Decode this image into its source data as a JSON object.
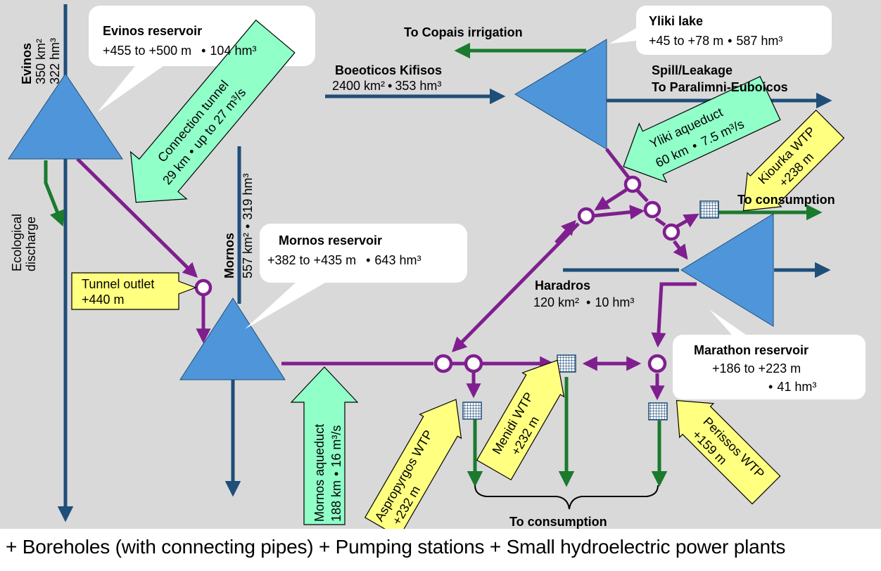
{
  "evinos": {
    "name": "Evinos",
    "area": "350 km²",
    "volume": "322 hm³",
    "reservoir_title": "Evinos reservoir",
    "reservoir_detail": "+455 to +500 m",
    "reservoir_volume": "104 hm³"
  },
  "ecological": {
    "line1": "Ecological",
    "line2": "discharge"
  },
  "connection_tunnel": {
    "line1": "Connection tunnel",
    "line2": "29 km",
    "line2b": "up to 27 m³/s"
  },
  "tunnel_outlet": {
    "line1": "Tunnel outlet",
    "line2": "+440 m"
  },
  "mornos": {
    "name": "Mornos",
    "area": "557 km²",
    "volume": "319 hm³",
    "reservoir_title": "Mornos reservoir",
    "reservoir_detail": "+382 to +435 m",
    "reservoir_volume": "643 hm³"
  },
  "mornos_aqueduct": {
    "line1": "Mornos aqueduct",
    "line2": "188 km",
    "line2b": "16 m³/s"
  },
  "copais": {
    "label": "To Copais irrigation"
  },
  "boeoticos": {
    "name": "Boeoticos Kifisos",
    "area": "2400 km²",
    "volume": "353 hm³"
  },
  "yliki": {
    "title": "Yliki lake",
    "detail": "+45 to +78 m",
    "volume": "587 hm³"
  },
  "spill": {
    "line1": "Spill/Leakage",
    "line2": "To Paralimni-Euboicos"
  },
  "yliki_aqueduct": {
    "line1": "Yliki aqueduct",
    "line2": "60 km",
    "line2b": "7.5 m³/s"
  },
  "kiourka": {
    "line1": "Kiourka WTP",
    "line2": "+238 m"
  },
  "to_consumption_right": "To consumption",
  "haradros": {
    "name": "Haradros",
    "area": "120 km²",
    "volume": "10 hm³"
  },
  "marathon": {
    "title": "Marathon reservoir",
    "detail": "+186 to +223 m",
    "volume": "41 hm³"
  },
  "aspropyrgos": {
    "line1": "Aspropyrgos WTP",
    "line2": "+232 m"
  },
  "menidi": {
    "line1": "Menidi WTP",
    "line2": "+232 m"
  },
  "perissos": {
    "line1": "Perissos WTP",
    "line2": "+159 m"
  },
  "to_consumption_bottom": "To consumption",
  "bullet": "•",
  "footer": "+ Boreholes (with connecting pipes)  + Pumping stations  + Small hydroelectric power plants",
  "colors": {
    "background": "#d9d9d9",
    "reservoir": "#4f95d9",
    "river": "#1f4e79",
    "aqueduct": "#7f1f8f",
    "discharge": "#1a7a2e",
    "callout_yellow": "#ffff80",
    "callout_green": "#90ffc8"
  }
}
